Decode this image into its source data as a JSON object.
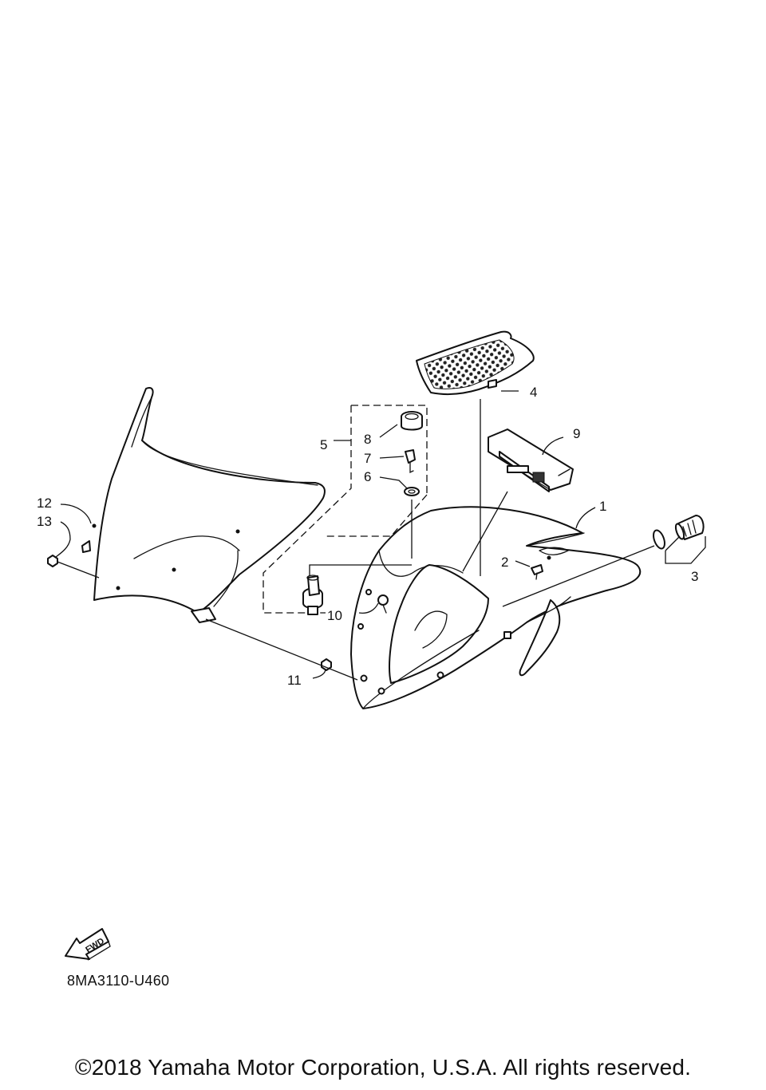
{
  "callouts": {
    "c1": "1",
    "c2": "2",
    "c3": "3",
    "c4": "4",
    "c5": "5",
    "c6": "6",
    "c7": "7",
    "c8": "8",
    "c9": "9",
    "c10": "10",
    "c11": "11",
    "c12": "12",
    "c13": "13"
  },
  "fwd_label": "FWD",
  "diagram_code": "8MA3110-U460",
  "copyright": "©2018 Yamaha Motor Corporation, U.S.A. All rights reserved."
}
